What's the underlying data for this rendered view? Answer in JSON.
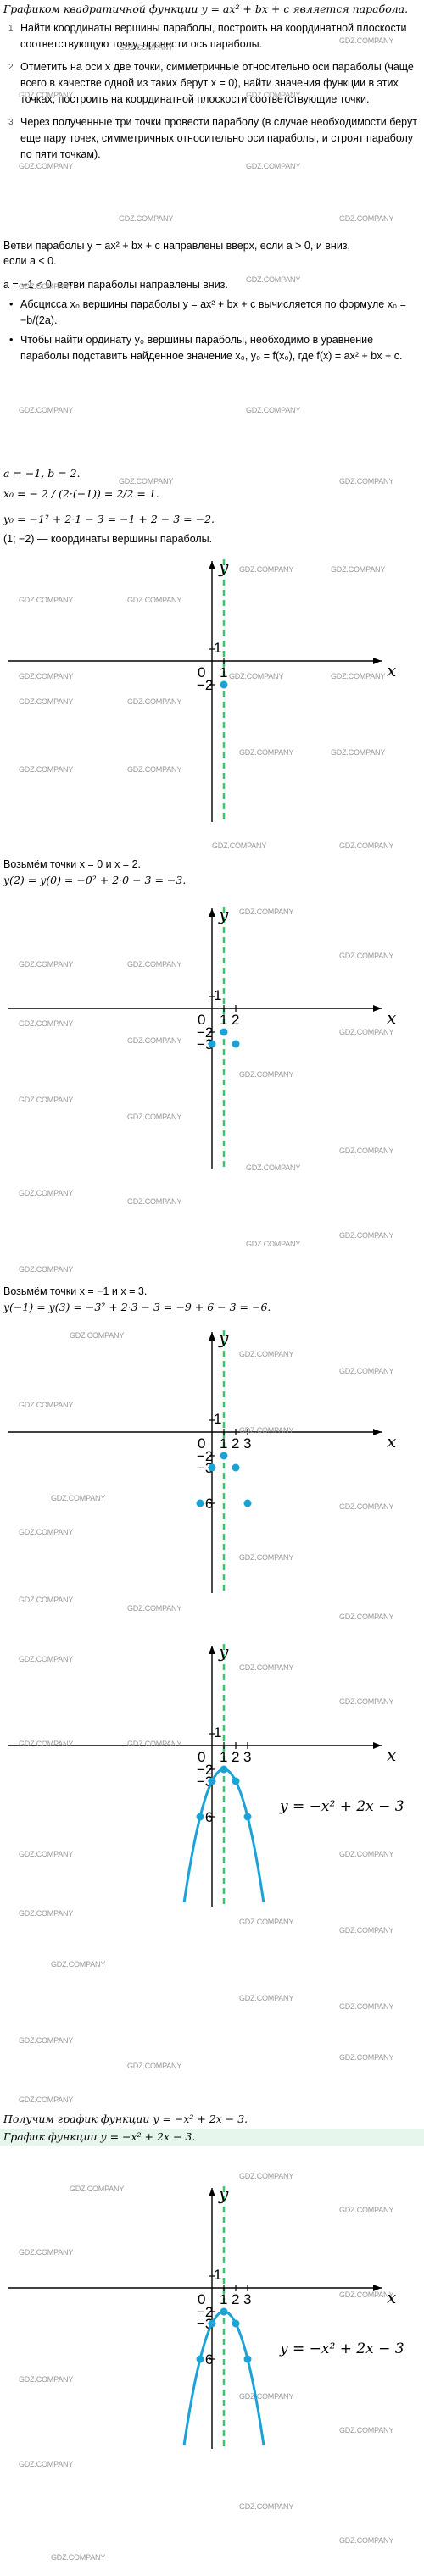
{
  "intro": "Графиком квадратичной функции y = ax² + bx + c является парабола.",
  "steps": [
    {
      "num": "1",
      "text": "Найти координаты вершины параболы, построить на координатной плоскости соответствующую точку, провести ось параболы."
    },
    {
      "num": "2",
      "text": "Отметить на оси x две точки, симметричные относительно оси параболы (чаще всего в качестве одной из таких берут x = 0), найти значения функции в этих точках; построить на координатной плоскости соответствующие точки."
    },
    {
      "num": "3",
      "text": "Через полученные три точки провести параболу (в случае необходимости берут еще пару точек, симметричных относительно оси параболы, и строят параболу по пяти точкам)."
    }
  ],
  "branches_line1": "Ветви параболы y = ax² + bx + c направлены вверх, если a > 0, и вниз,",
  "branches_line2": "если a < 0.",
  "a_note": "a = −1 < 0, ветви параболы направлены вниз.",
  "bullets": [
    {
      "mark": "•",
      "text": "Абсцисса x₀ вершины параболы y = ax² + bx + c вычисляется по формуле x₀ = −b/(2a)."
    },
    {
      "mark": "•",
      "text": "Чтобы найти ординату y₀ вершины параболы, необходимо в уравнение параболы подставить найденное значение x₀, y₀ = f(x₀), где f(x) = ax² + bx + c."
    }
  ],
  "calc": {
    "ab": "a = −1, b = 2.",
    "x0": "x₀ = − 2 / (2·(−1)) = 2/2 = 1.",
    "y0": "y₀ = −1² + 2·1 − 3 = −1 + 2 − 3 = −2.",
    "vertex": "(1; −2) — координаты вершины параболы."
  },
  "step2_line1": "Возьмём точки x = 0 и x = 2.",
  "step2_line2": "y(2) = y(0) = −0² + 2·0 − 3 = −3.",
  "step3_line1": "Возьмём точки x = −1 и x = 3.",
  "step3_line2": "y(−1) = y(3) = −3² + 2·3 − 3 = −9 + 6 − 3 = −6.",
  "result_line": "Получим график функции y = −x² + 2x − 3.",
  "highlight_line": "График функции y = −x² + 2x − 3.",
  "watermark": "GDZ.COMPANY",
  "colors": {
    "accent": "#1ba3d6",
    "axis_dash": "#3dc46a",
    "band": "#e6f6ec"
  },
  "chart_data": [
    {
      "type": "scatter",
      "title": "",
      "xlabel": "x",
      "ylabel": "y",
      "tick_labels": {
        "origin": "0",
        "x": [
          "1"
        ],
        "y": [
          "1",
          "−2"
        ]
      },
      "axis_of_symmetry": 1,
      "points": [
        {
          "x": 1,
          "y": -2
        }
      ],
      "curve": "",
      "curve_label": ""
    },
    {
      "type": "scatter",
      "title": "",
      "xlabel": "x",
      "ylabel": "y",
      "tick_labels": {
        "origin": "0",
        "x": [
          "1",
          "2"
        ],
        "y": [
          "1",
          "−2",
          "−3"
        ]
      },
      "axis_of_symmetry": 1,
      "points": [
        {
          "x": 1,
          "y": -2
        },
        {
          "x": 0,
          "y": -3
        },
        {
          "x": 2,
          "y": -3
        }
      ],
      "curve": "",
      "curve_label": ""
    },
    {
      "type": "scatter",
      "title": "",
      "xlabel": "x",
      "ylabel": "y",
      "tick_labels": {
        "origin": "0",
        "x": [
          "1",
          "2",
          "3"
        ],
        "y": [
          "1",
          "−2",
          "−3",
          "−6"
        ]
      },
      "axis_of_symmetry": 1,
      "points": [
        {
          "x": 1,
          "y": -2
        },
        {
          "x": 0,
          "y": -3
        },
        {
          "x": 2,
          "y": -3
        },
        {
          "x": -1,
          "y": -6
        },
        {
          "x": 3,
          "y": -6
        }
      ],
      "curve": "",
      "curve_label": ""
    },
    {
      "type": "line",
      "title": "",
      "xlabel": "x",
      "ylabel": "y",
      "tick_labels": {
        "origin": "0",
        "x": [
          "1",
          "2",
          "3"
        ],
        "y": [
          "1",
          "−2",
          "−3",
          "−6"
        ]
      },
      "axis_of_symmetry": 1,
      "points": [
        {
          "x": 1,
          "y": -2
        },
        {
          "x": 0,
          "y": -3
        },
        {
          "x": 2,
          "y": -3
        },
        {
          "x": -1,
          "y": -6
        },
        {
          "x": 3,
          "y": -6
        }
      ],
      "curve": "y=-x^2+2x-3",
      "curve_label": "y = −x² + 2x − 3"
    },
    {
      "type": "line",
      "title": "",
      "xlabel": "x",
      "ylabel": "y",
      "tick_labels": {
        "origin": "0",
        "x": [
          "1",
          "2",
          "3"
        ],
        "y": [
          "1",
          "−2",
          "−3",
          "−6"
        ]
      },
      "axis_of_symmetry": 1,
      "points": [
        {
          "x": 1,
          "y": -2
        },
        {
          "x": 0,
          "y": -3
        },
        {
          "x": 2,
          "y": -3
        },
        {
          "x": -1,
          "y": -6
        },
        {
          "x": 3,
          "y": -6
        }
      ],
      "curve": "y=-x^2+2x-3",
      "curve_label": "y = −x² + 2x − 3"
    }
  ]
}
